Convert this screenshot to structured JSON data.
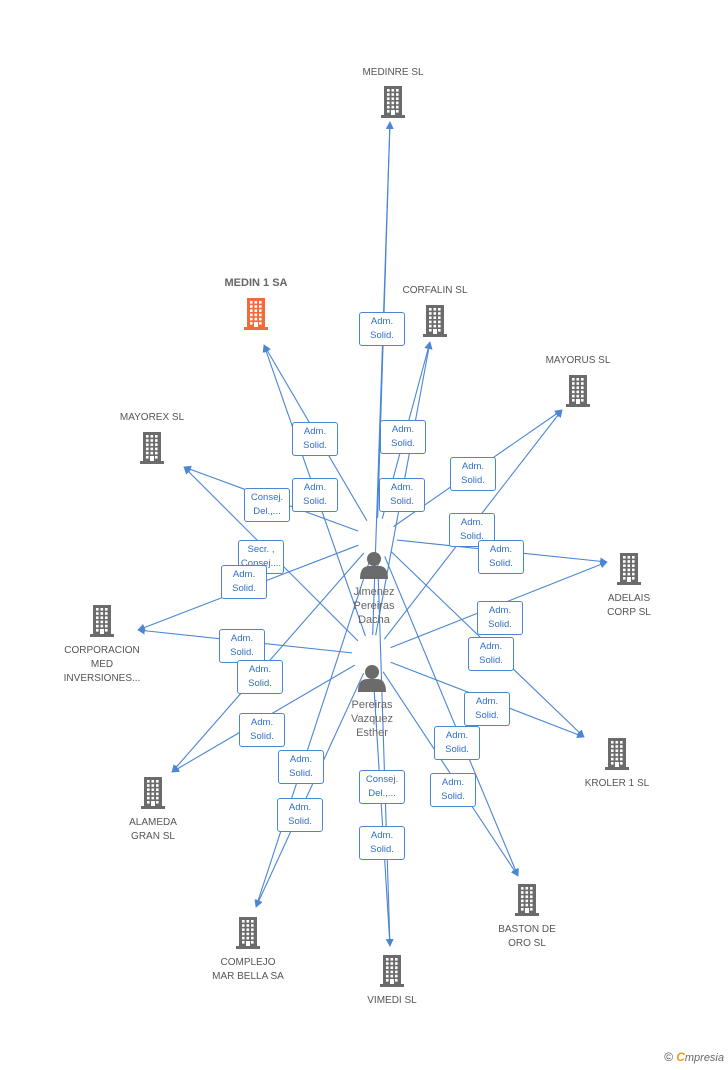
{
  "colors": {
    "edge": "#4a86d4",
    "box_border": "#4a86d4",
    "box_text": "#2f6fc6",
    "company_icon": "#6b6b6b",
    "focus_icon": "#f26b3a",
    "person_icon": "#6b6b6b"
  },
  "companies": [
    {
      "id": "medinre",
      "label": "MEDINRE SL",
      "focus": false
    },
    {
      "id": "medin1",
      "label": "MEDIN 1 SA",
      "focus": true
    },
    {
      "id": "corfalin",
      "label": "CORFALIN SL",
      "focus": false
    },
    {
      "id": "mayorus",
      "label": "MAYORUS SL",
      "focus": false
    },
    {
      "id": "mayorex",
      "label": "MAYOREX SL",
      "focus": false
    },
    {
      "id": "adelais",
      "label": "ADELAIS\nCORP SL",
      "focus": false
    },
    {
      "id": "corporacion",
      "label": "CORPORACION\nMED\nINVERSIONES...",
      "focus": false
    },
    {
      "id": "kroler",
      "label": "KROLER 1  SL",
      "focus": false
    },
    {
      "id": "alameda",
      "label": "ALAMEDA\nGRAN SL",
      "focus": false
    },
    {
      "id": "baston",
      "label": "BASTON DE\nORO  SL",
      "focus": false
    },
    {
      "id": "complejo",
      "label": "COMPLEJO\nMAR BELLA SA",
      "focus": false
    },
    {
      "id": "vimedi",
      "label": "VIMEDI  SL",
      "focus": false
    }
  ],
  "persons": [
    {
      "id": "jimenez",
      "label": "Jimenez\nPereiras\nDacha"
    },
    {
      "id": "pereiras",
      "label": "Pereiras\nVazquez\nEsther"
    }
  ],
  "roles": [
    {
      "id": "r1",
      "label": "Adm.\nSolid."
    },
    {
      "id": "r2",
      "label": "Adm.\nSolid."
    },
    {
      "id": "r3",
      "label": "Adm.\nSolid."
    },
    {
      "id": "r4",
      "label": "Adm.\nSolid."
    },
    {
      "id": "r5",
      "label": "Adm.\nSolid."
    },
    {
      "id": "r6",
      "label": "Consej.\nDel.,..."
    },
    {
      "id": "r7",
      "label": "Adm.\nSolid."
    },
    {
      "id": "r8",
      "label": "Adm.\nSolid."
    },
    {
      "id": "r9",
      "label": "Adm.\nSolid."
    },
    {
      "id": "r10",
      "label": "Adm.\nSolid."
    },
    {
      "id": "r11",
      "label": "Adm.\nSolid."
    },
    {
      "id": "r12",
      "label": "Secr. ,\nConsej...."
    },
    {
      "id": "r13",
      "label": "Adm.\nSolid."
    },
    {
      "id": "r14",
      "label": "Adm.\nSolid."
    },
    {
      "id": "r15",
      "label": "Adm.\nSolid."
    },
    {
      "id": "r16",
      "label": "Adm.\nSolid."
    },
    {
      "id": "r17",
      "label": "Adm.\nSolid."
    },
    {
      "id": "r18",
      "label": "Adm.\nSolid."
    },
    {
      "id": "r19",
      "label": "Adm.\nSolid."
    },
    {
      "id": "r20",
      "label": "Adm.\nSolid."
    },
    {
      "id": "r21",
      "label": "Adm.\nSolid."
    },
    {
      "id": "r22",
      "label": "Consej.\nDel.,..."
    },
    {
      "id": "r23",
      "label": "Adm.\nSolid."
    },
    {
      "id": "r24",
      "label": "Adm.\nSolid."
    },
    {
      "id": "r25",
      "label": "Consej.\nDel.,..."
    }
  ],
  "edges": [
    {
      "from": "jimenez",
      "to": "medinre"
    },
    {
      "from": "pereiras",
      "to": "medinre"
    },
    {
      "from": "jimenez",
      "to": "medin1"
    },
    {
      "from": "pereiras",
      "to": "medin1"
    },
    {
      "from": "jimenez",
      "to": "corfalin"
    },
    {
      "from": "pereiras",
      "to": "corfalin"
    },
    {
      "from": "jimenez",
      "to": "mayorus"
    },
    {
      "from": "pereiras",
      "to": "mayorus"
    },
    {
      "from": "jimenez",
      "to": "mayorex"
    },
    {
      "from": "pereiras",
      "to": "mayorex"
    },
    {
      "from": "jimenez",
      "to": "adelais"
    },
    {
      "from": "pereiras",
      "to": "adelais"
    },
    {
      "from": "jimenez",
      "to": "corporacion"
    },
    {
      "from": "pereiras",
      "to": "corporacion"
    },
    {
      "from": "jimenez",
      "to": "kroler"
    },
    {
      "from": "pereiras",
      "to": "kroler"
    },
    {
      "from": "jimenez",
      "to": "alameda"
    },
    {
      "from": "pereiras",
      "to": "alameda"
    },
    {
      "from": "jimenez",
      "to": "baston"
    },
    {
      "from": "pereiras",
      "to": "baston"
    },
    {
      "from": "jimenez",
      "to": "complejo"
    },
    {
      "from": "pereiras",
      "to": "complejo"
    },
    {
      "from": "jimenez",
      "to": "vimedi"
    },
    {
      "from": "pereiras",
      "to": "vimedi"
    }
  ],
  "brand": {
    "copyright": "©",
    "e": "C",
    "rest": "mpresia"
  }
}
